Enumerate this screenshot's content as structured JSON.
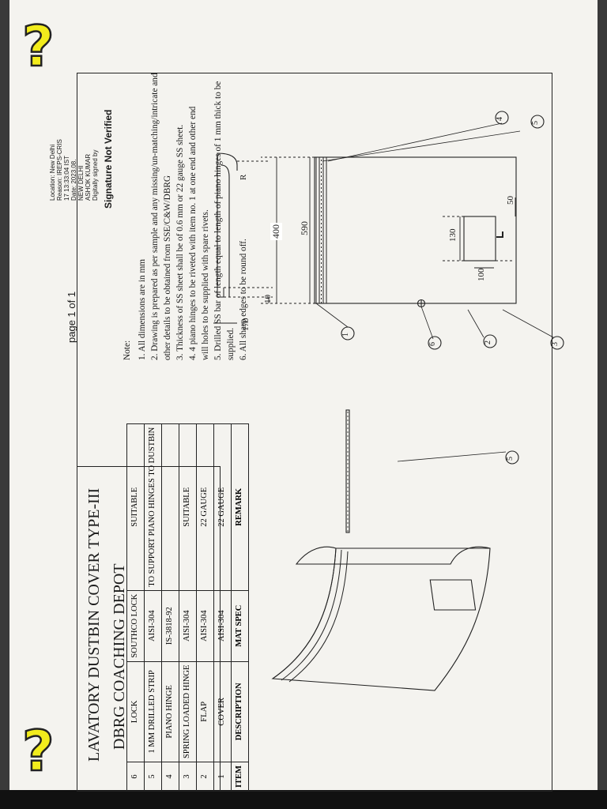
{
  "title_block": {
    "title": "LAVATORY DUSTBIN COVER TYPE-III",
    "organization": "DBRG COACHING DEPOT"
  },
  "bom": {
    "headers": [
      "ITEM",
      "DESCRIPTION",
      "MAT SPEC",
      "REMARK"
    ],
    "rows": [
      [
        "6",
        "LOCK",
        "SOUTHCO LOCK",
        "SUITABLE"
      ],
      [
        "5",
        "1 MM DRILLED STRIP",
        "AISI-304",
        "TO SUPPORT PIANO HINGES TO DUSTBIN"
      ],
      [
        "4",
        "PIANO HINGE",
        "IS-3818-92",
        ""
      ],
      [
        "3",
        "SPRING LOADED HINGE",
        "AISI-304",
        "SUITABLE"
      ],
      [
        "2",
        "FLAP",
        "AISI-304",
        "22 GAUGE"
      ],
      [
        "1",
        "COVER",
        "AISI-304",
        "22 GAUGE"
      ]
    ]
  },
  "notes": {
    "heading": "Note:",
    "items": [
      "1.   All dimensions are in mm",
      "2.   Drawing is prepared as per sample and any missing/un-matching/intricate and",
      "      other details to be obtained from SSE/C&W/DBRG",
      "3.   Thickness of SS sheet shall be of 0.6 mm or 22 gauge SS sheet.",
      "4.   4 piano hinges to be riveted with item no. 1 at one end and other end",
      "      will holes to be supplied with spare rivets.",
      "5.   Drilled SS bar of length equal to length of piano hinges of 1 mm thick to be",
      "      supplied.",
      "6.   All sharp edges to be round off."
    ]
  },
  "signature": {
    "label": "Signature Not Verified",
    "lines": [
      "Digitally signed by",
      "ASHOK KUMAR",
      "NEW DELHI",
      "Date: 2023.08.",
      "17 13:33:04 IST",
      "Reason: IREPS-CRIS",
      "Location: New Delhi"
    ]
  },
  "page_label": "page 1 of 1",
  "dimensions": {
    "width": "590",
    "height": "400",
    "flap_offset": "50",
    "flap_height": "130",
    "flap_width": "100",
    "gap": "10",
    "depth": "170",
    "radius": "R"
  },
  "balloons": [
    "1",
    "2",
    "3",
    "4",
    "5",
    "6"
  ],
  "marks": {
    "qmark": "?"
  }
}
